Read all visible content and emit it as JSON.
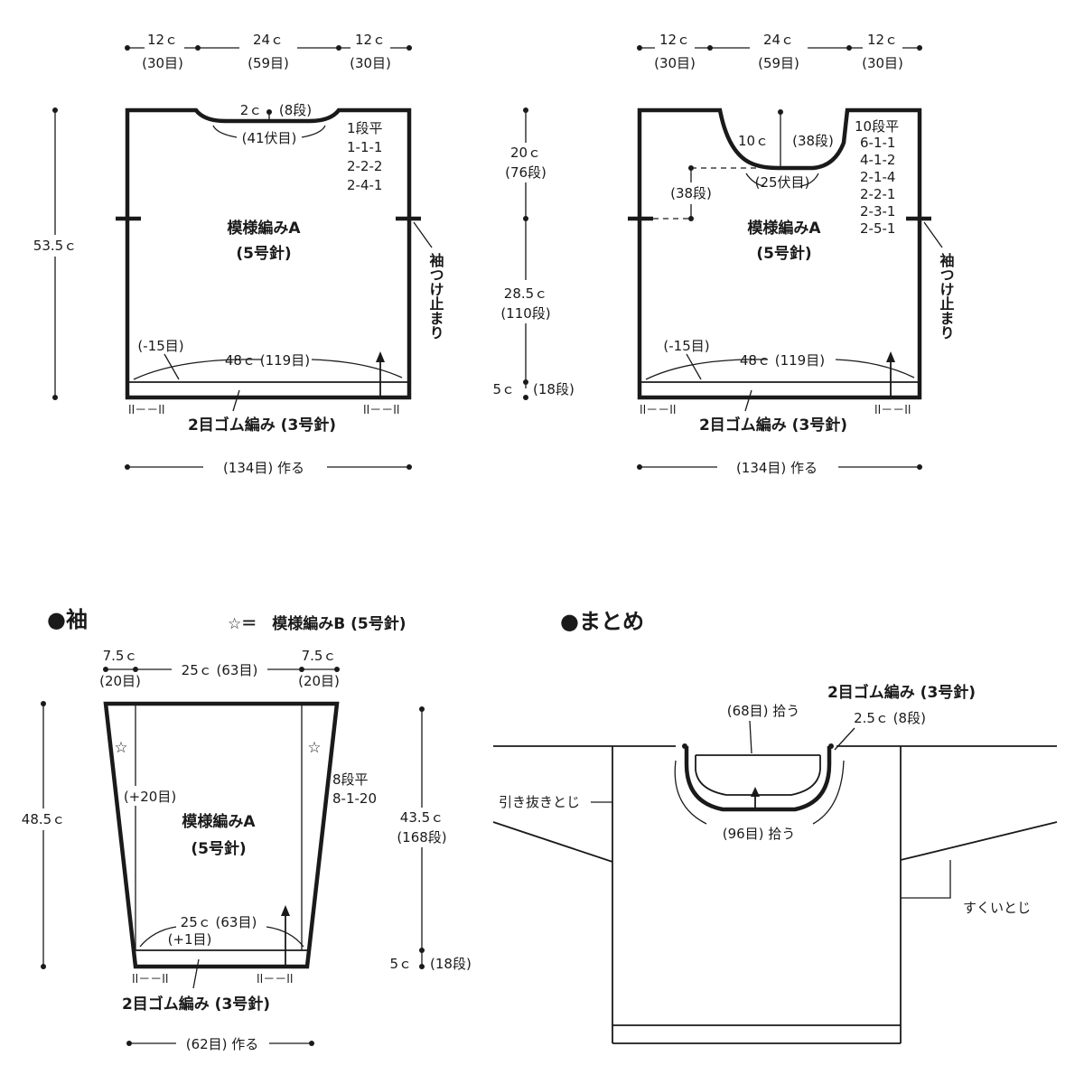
{
  "back": {
    "top_left": "12ｃ",
    "top_left_st": "(30目)",
    "top_mid": "24ｃ",
    "top_mid_st": "(59目)",
    "top_right": "12ｃ",
    "top_right_st": "(30目)",
    "neck_depth": "2ｃ",
    "neck_rows": "(8段)",
    "neck_bindoff": "(41伏目)",
    "shaping": [
      "1段平",
      "1-1-1",
      "2-2-2",
      "2-4-1"
    ],
    "height": "53.5ｃ",
    "pattern": "模様編みA",
    "needle": "(5号針)",
    "sleeve_mark": "袖つけ止まり",
    "dec": "(-15目)",
    "width": "48ｃ (119目)",
    "ribbing": "2目ゴム編み (3号針)",
    "cast_on": "(134目) 作る",
    "rib_symbol": "ll－－ll"
  },
  "front": {
    "top_left": "12ｃ",
    "top_left_st": "(30目)",
    "top_mid": "24ｃ",
    "top_mid_st": "(59目)",
    "top_right": "12ｃ",
    "top_right_st": "(30目)",
    "upper": "20ｃ",
    "upper_rows": "(76段)",
    "middle": "28.5ｃ",
    "middle_rows": "(110段)",
    "lower": "5ｃ",
    "lower_rows": "(18段)",
    "neck_depth": "10ｃ",
    "neck_rows": "(38段)",
    "neck_bindoff": "(25伏目)",
    "side_rows": "(38段)",
    "shaping": [
      "10段平",
      "6-1-1",
      "4-1-2",
      "2-1-4",
      "2-2-1",
      "2-3-1",
      "2-5-1"
    ],
    "pattern": "模様編みA",
    "needle": "(5号針)",
    "sleeve_mark": "袖つけ止まり",
    "dec": "(-15目)",
    "width": "48ｃ (119目)",
    "ribbing": "2目ゴム編み (3号針)",
    "cast_on": "(134目) 作る",
    "rib_symbol": "ll－－ll"
  },
  "sleeve": {
    "title": "●袖",
    "legend": "☆＝　模様編みB (5号針)",
    "star": "☆",
    "top_left": "7.5ｃ",
    "top_left_st": "(20目)",
    "top_mid": "25ｃ (63目)",
    "top_right": "7.5ｃ",
    "top_right_st": "(20目)",
    "height": "48.5ｃ",
    "inc": "(+20目)",
    "shaping": [
      "8段平",
      "8-1-20"
    ],
    "body": "43.5ｃ",
    "body_rows": "(168段)",
    "cuff": "5ｃ",
    "cuff_rows": "(18段)",
    "pattern": "模様編みA",
    "needle": "(5号針)",
    "width": "25ｃ (63目)",
    "inc_bottom": "(+1目)",
    "ribbing": "2目ゴム編み (3号針)",
    "cast_on": "(62目) 作る",
    "rib_symbol": "ll－－ll"
  },
  "finish": {
    "title": "●まとめ",
    "ribbing": "2目ゴム編み (3号針)",
    "pickup_back": "(68目) 拾う",
    "band": "2.5ｃ (8段)",
    "pickup_front": "(96目) 拾う",
    "slip_stitch": "引き抜きとじ",
    "mattress": "すくいとじ"
  }
}
